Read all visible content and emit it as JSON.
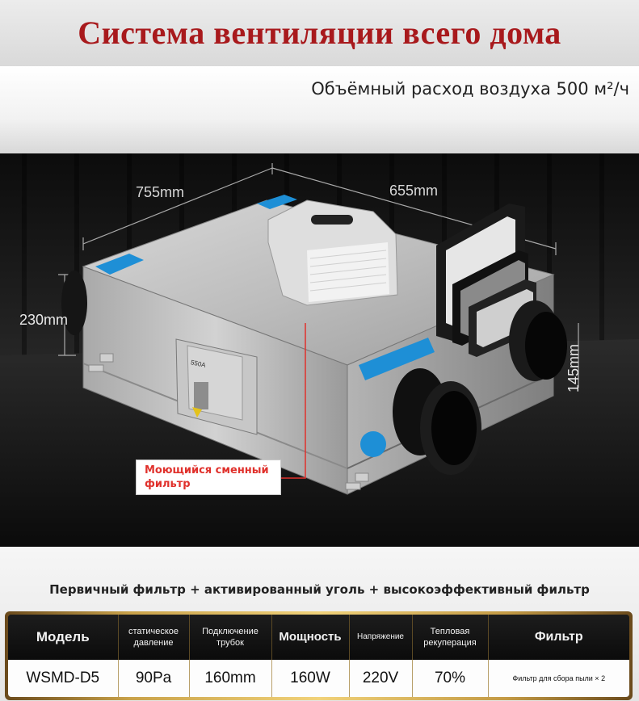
{
  "title": "Система вентиляции всего дома",
  "subtitle": "Объёмный расход воздуха 500 м²/ч",
  "dimensions": {
    "length": "755mm",
    "width": "655mm",
    "height": "230mm",
    "duct": "145mm"
  },
  "unit_label": "550A",
  "callout": "Моющийся сменный фильтр",
  "filter_caption": "Первичный фильтр + активированный уголь + высокоэффективный фильтр",
  "colors": {
    "title_red": "#a8191c",
    "callout_red": "#e0312c",
    "gold_frame": "#c9a24a",
    "badge_blue": "#1e8fd6"
  },
  "spec_table": {
    "headers": {
      "model": "Модель",
      "pressure": "статическое давление",
      "connection": "Подключение трубок",
      "power": "Мощность",
      "voltage": "Напряжение",
      "recuperation": "Тепловая рекуперация",
      "filter": "Фильтр"
    },
    "row": {
      "model": "WSMD-D5",
      "pressure": "90Pa",
      "connection": "160mm",
      "power": "160W",
      "voltage": "220V",
      "recuperation": "70%",
      "filter": "Фильтр для сбора пыли × 2"
    }
  }
}
